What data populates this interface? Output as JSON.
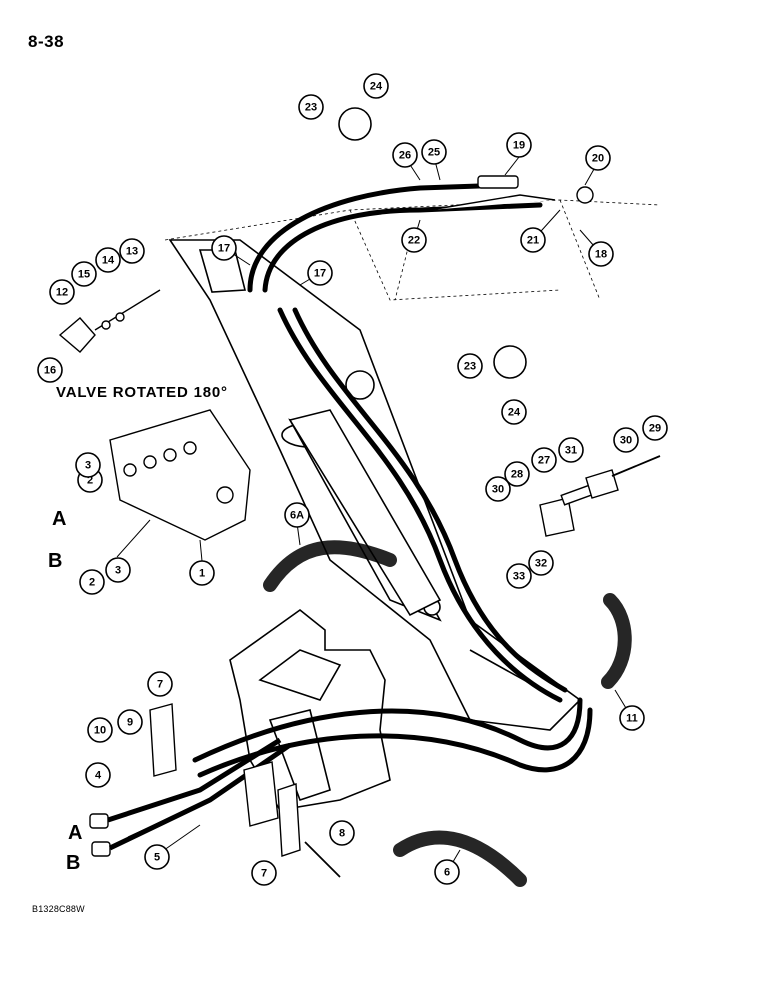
{
  "page_number": "8-38",
  "caption": "VALVE ROTATED 180°",
  "figure_code": "B1328C88W",
  "side_labels": [
    "A",
    "B",
    "A",
    "B"
  ],
  "callouts": [
    "1",
    "2",
    "2",
    "3",
    "3",
    "4",
    "5",
    "6",
    "6A",
    "7",
    "7",
    "8",
    "9",
    "10",
    "11",
    "12",
    "13",
    "14",
    "15",
    "16",
    "17",
    "17",
    "18",
    "19",
    "20",
    "21",
    "22",
    "23",
    "23",
    "24",
    "24",
    "25",
    "26",
    "27",
    "28",
    "29",
    "30",
    "30",
    "31",
    "32",
    "33"
  ]
}
